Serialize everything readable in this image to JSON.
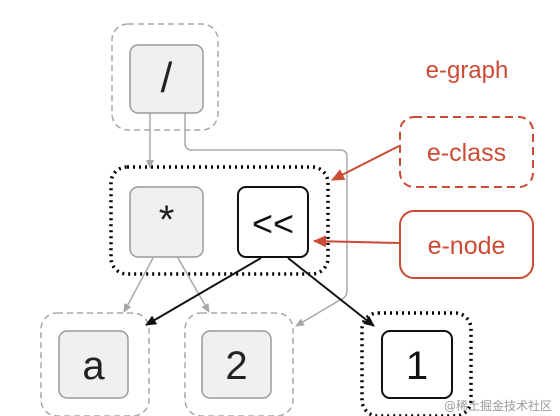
{
  "diagram": {
    "title_label": "e-graph",
    "legend_eclass": "e-class",
    "legend_enode": "e-node",
    "nodes": {
      "div": "/",
      "mul": "*",
      "shl": "<<",
      "a": "a",
      "two": "2",
      "one": "1"
    }
  },
  "watermark": "@稀土掘金技术社区",
  "colors": {
    "accent_red": "#cc4b34",
    "node_fill": "#f0f0f0",
    "node_stroke": "#9a9a9a",
    "dashed_gray": "#a8a8a8",
    "dotted_black": "#000000",
    "edge_gray": "#a8a8a8",
    "edge_black": "#111111"
  }
}
